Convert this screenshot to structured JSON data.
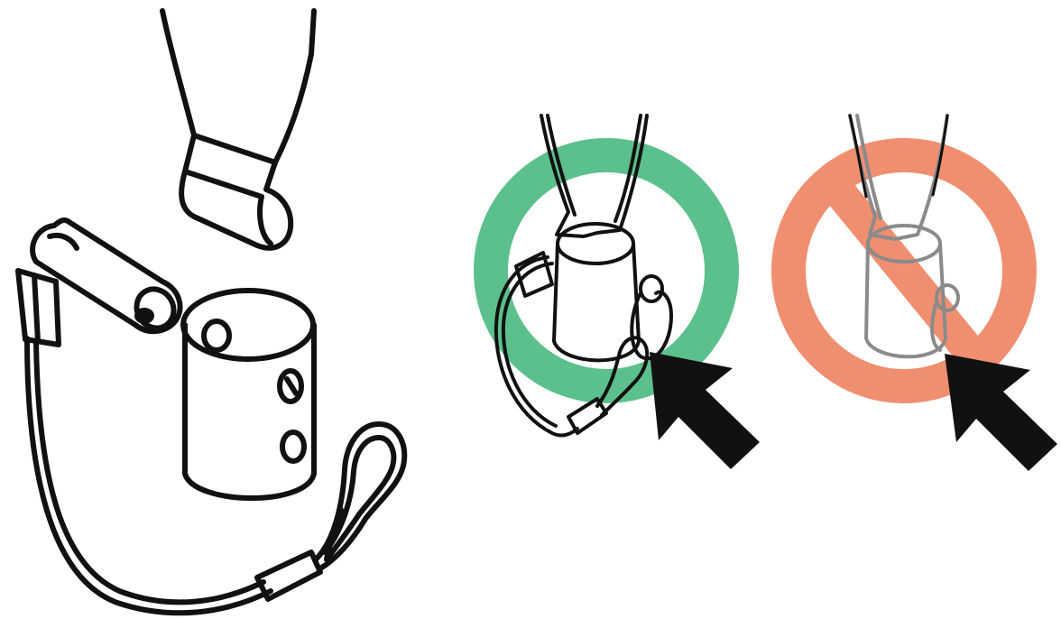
{
  "illustration": {
    "panels": [
      {
        "id": "assembly",
        "description_icon": "lift-sling-shackle-icon"
      },
      {
        "id": "correct",
        "status": "correct",
        "status_color": "#5cc08c",
        "icon": "check-circle-icon"
      },
      {
        "id": "incorrect",
        "status": "incorrect",
        "status_color": "#f08f70",
        "icon": "prohibited-icon"
      }
    ],
    "colors": {
      "ink": "#111111",
      "correct_ring": "#5cc08c",
      "prohibited_ring": "#f08f70",
      "ghost_ink": "#8a8a8a",
      "arrow": "#111111"
    }
  }
}
